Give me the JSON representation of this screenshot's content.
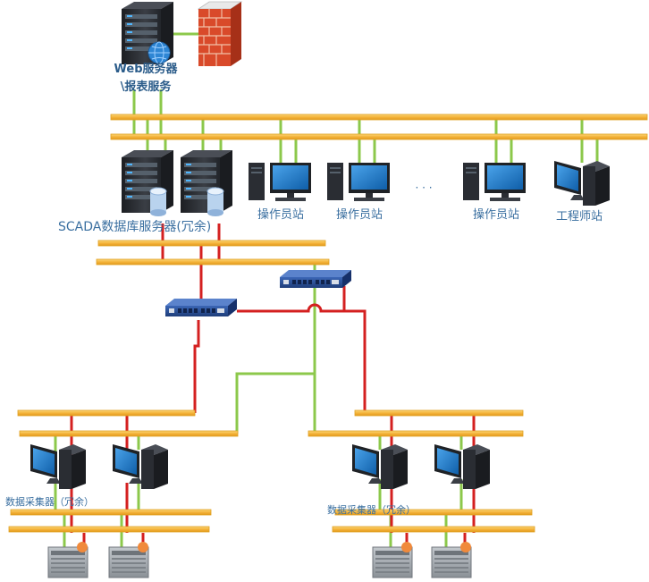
{
  "labels": {
    "web_server_line1": "Web服务器",
    "web_server_line2": "\\报表服务",
    "scada_servers": "SCADA数据库服务器(冗余)",
    "operator_station_1": "操作员站",
    "operator_station_2": "操作员站",
    "operator_station_3": "操作员站",
    "engineer_station": "工程师站",
    "ellipsis": "· · ·",
    "collector_left": "数据采集器（冗余）",
    "collector_right": "数据采集器（冗余）"
  },
  "colors": {
    "bus_fill": "#f4b33a",
    "bus_stroke": "#e0a020",
    "link_green": "#8cc84b",
    "link_red": "#d42020",
    "switch_blue": "#2a4f96",
    "server_dark": "#2a2d33",
    "monitor_blue": "#1d78c8",
    "plc_grey": "#9aa1a8",
    "plc_orange": "#f08a3c",
    "firewall_red": "#d94a2a"
  },
  "icons": {
    "web_server": "server-globe-icon",
    "firewall": "firewall-icon",
    "scada_server": "server-database-icon",
    "operator_station": "desktop-computer-icon",
    "engineer_station": "workstation-icon",
    "network_switch": "network-switch-icon",
    "data_collector": "workstation-icon",
    "plc": "plc-controller-icon"
  }
}
